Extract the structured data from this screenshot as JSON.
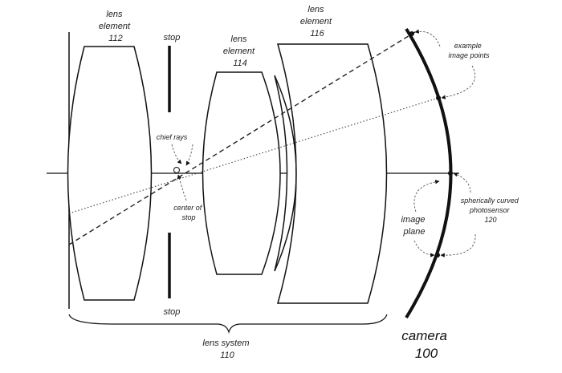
{
  "labels": {
    "lens112": [
      "lens",
      "element",
      "112"
    ],
    "lens114": [
      "lens",
      "element",
      "114"
    ],
    "lens116": [
      "lens",
      "element",
      "116"
    ],
    "stop_top": "stop",
    "stop_bottom": "stop",
    "chief_rays": "chief rays",
    "center_of_stop": [
      "center of",
      "stop"
    ],
    "example_points": [
      "example",
      "image points"
    ],
    "photosensor": [
      "spherically curved",
      "photosensor",
      "120"
    ],
    "image_plane": [
      "image",
      "plane"
    ],
    "lens_system": [
      "lens system",
      "110"
    ],
    "camera": [
      "camera",
      "100"
    ]
  }
}
